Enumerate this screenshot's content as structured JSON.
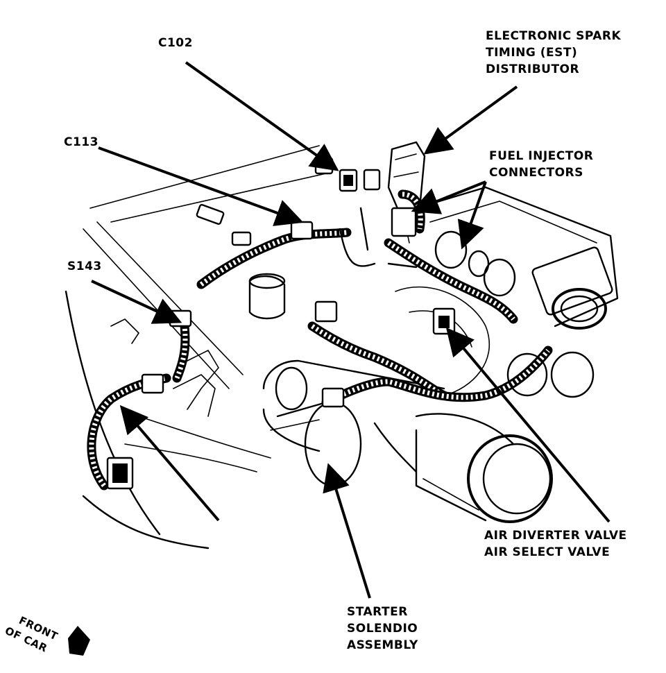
{
  "labels": {
    "c102": "C102",
    "est_distributor": [
      "ELECTRONIC SPARK",
      "TIMING (EST)",
      "DISTRIBUTOR"
    ],
    "c113": "C113",
    "fuel_injector": [
      "FUEL INJECTOR",
      "CONNECTORS"
    ],
    "s143": "S143",
    "air_valves": [
      "AIR DIVERTER VALVE",
      "AIR SELECT VALVE"
    ],
    "starter": [
      "STARTER",
      "SOLENDIO",
      "ASSEMBLY"
    ],
    "front_of_car": [
      "FRONT",
      "OF CAR"
    ]
  },
  "colors": {
    "ink": "#000000",
    "paper": "#ffffff"
  }
}
